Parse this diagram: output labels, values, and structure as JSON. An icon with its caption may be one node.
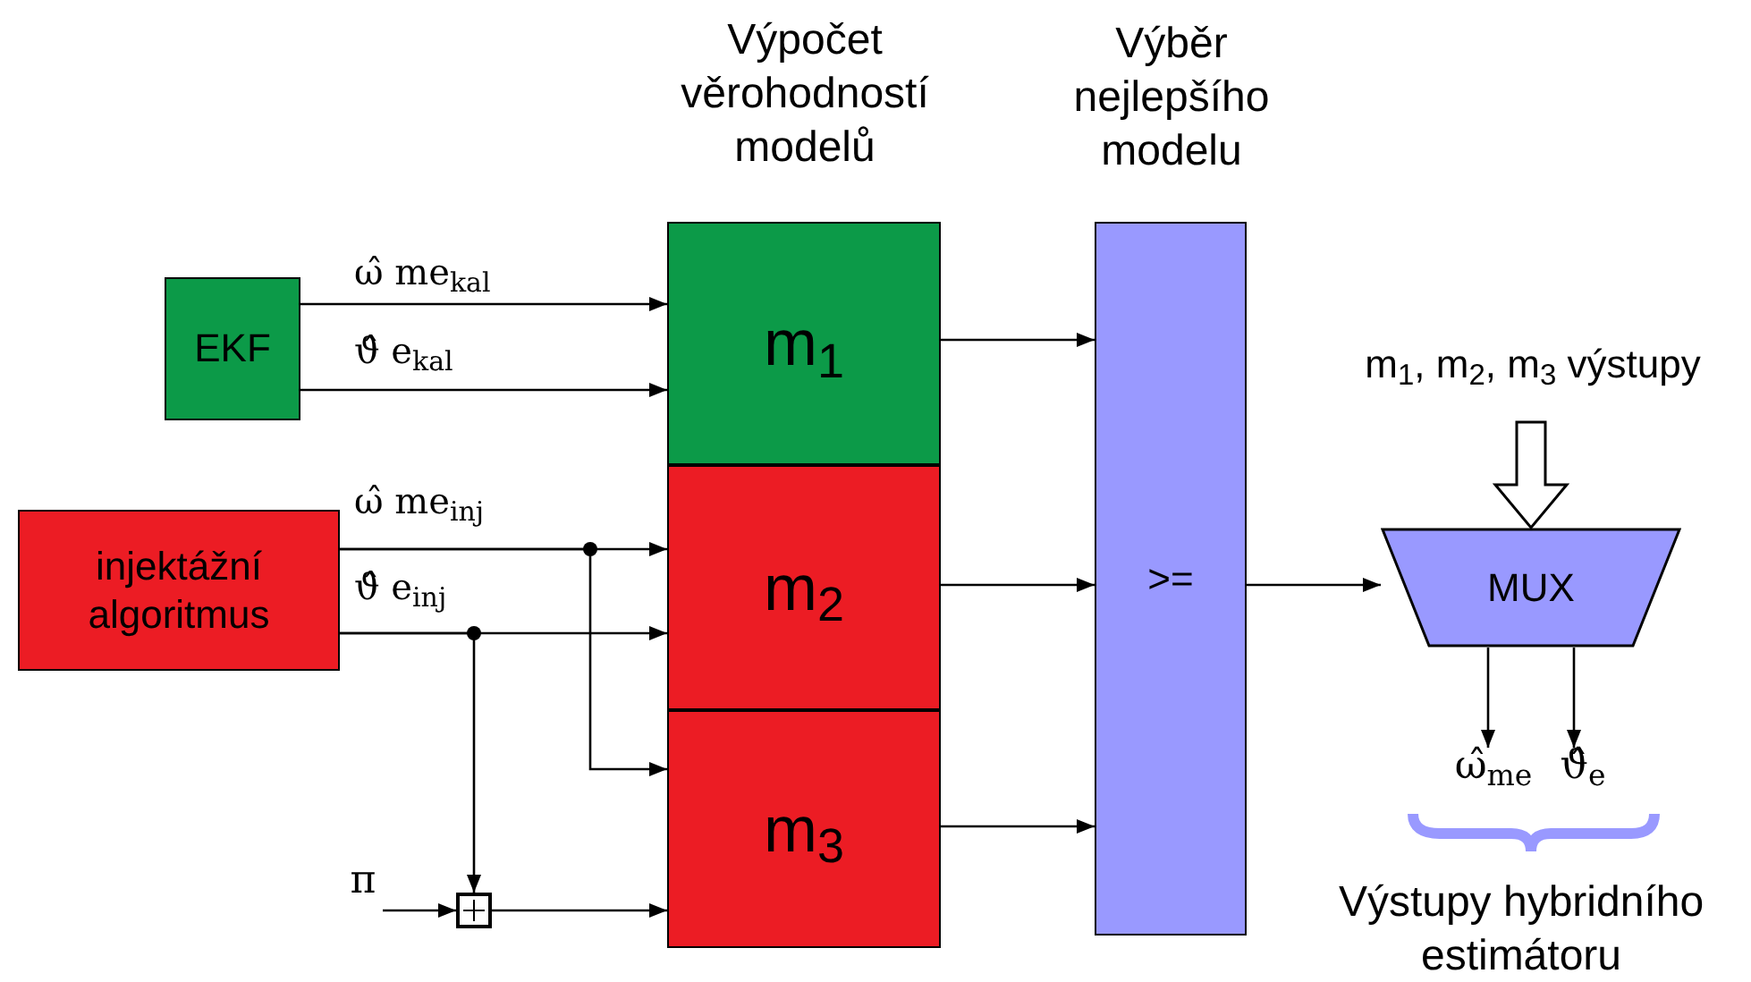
{
  "diagram": {
    "nodes": [
      {
        "text": [
          "EKF"
        ]
      },
      {
        "text": [
          "injektážní algoritmus"
        ]
      },
      {
        "text": [
          "m$_{1}$"
        ]
      },
      {
        "text": [
          "m$_{2}$"
        ]
      },
      {
        "text": [
          "m$_{3}$"
        ]
      },
      {
        "text": [
          ">="
        ]
      },
      {
        "text": [
          "MUX"
        ]
      },
      {
        "text": [
          "m$_{1}$, m$_{2}$, m$_{3}$ výstupy"
        ]
      },
      {
        "text": [
          "π"
        ]
      },
      {
        "text": [],
        "shape": "box"
      },
      {
        "text": [
          "ω̂$_{me}$"
        ]
      },
      {
        "text": [
          "ϑ̂$_{e}$"
        ]
      }
    ],
    "edges": [
      {
        "from": 0,
        "to": 2,
        "arrow": "to",
        "label": "ω̂ me$_{kal}$"
      },
      {
        "from": 0,
        "to": 2,
        "arrow": "to",
        "label": "ϑ̂ e$_{kal}$"
      },
      {
        "from": 1,
        "to": 3,
        "arrow": "to",
        "label": "ω̂ me$_{inj}$"
      },
      {
        "from": 1,
        "to": 3,
        "arrow": "to",
        "label": "ϑ̂ e$_{inj}$"
      },
      {
        "from": 1,
        "to": 4,
        "arrow": "to"
      },
      {
        "from": 1,
        "to": 9,
        "arrow": "to"
      },
      {
        "from": 8,
        "to": 9,
        "arrow": "to"
      },
      {
        "from": 9,
        "to": 4,
        "arrow": "to"
      },
      {
        "from": 2,
        "to": 5,
        "arrow": "to"
      },
      {
        "from": 3,
        "to": 5,
        "arrow": "to"
      },
      {
        "from": 4,
        "to": 5,
        "arrow": "to"
      },
      {
        "from": 5,
        "to": 6,
        "arrow": "to"
      },
      {
        "from": 7,
        "to": 6,
        "arrow": "to",
        "style": "thick"
      },
      {
        "from": 6,
        "to": 10,
        "arrow": "to"
      },
      {
        "from": 6,
        "to": 11,
        "arrow": "to"
      }
    ],
    "labels": [
      "Výpočet věrohodností modelů",
      "Výběr nejlepšího modelu",
      "Výstupy hybridního estimátoru"
    ]
  }
}
